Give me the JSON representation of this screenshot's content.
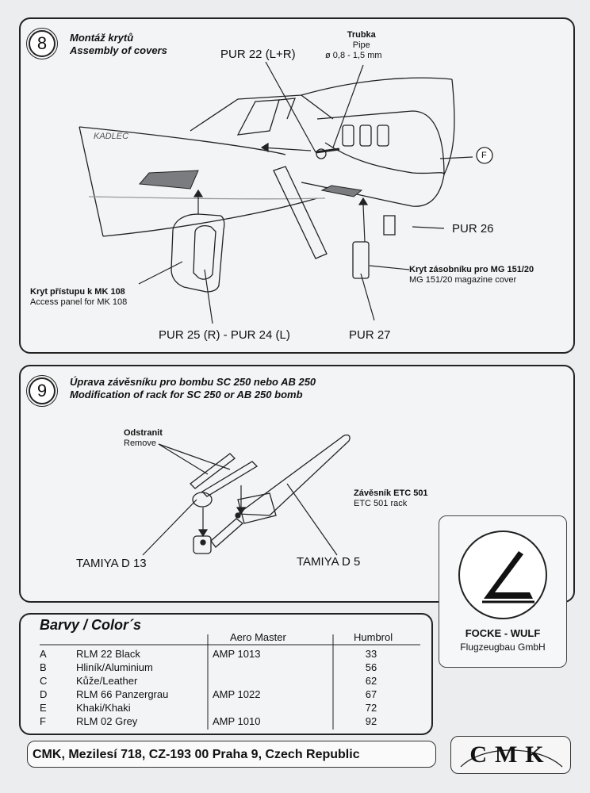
{
  "step8": {
    "number": "8",
    "title_cz": "Montáž krytů",
    "title_en": "Assembly of covers",
    "pipe_cz": "Trubka",
    "pipe_en": "Pipe",
    "pipe_dim": "ø 0,8 - 1,5 mm",
    "part_pur22": "PUR 22 (L+R)",
    "kadlec_mark": "KADLEC",
    "callout_f": "F",
    "part_pur26": "PUR 26",
    "magazine_cz": "Kryt zásobníku pro MG 151/20",
    "magazine_en": "MG 151/20 magazine cover",
    "access_cz": "Kryt přístupu k MK 108",
    "access_en": "Access panel for MK 108",
    "part_pur25_24": "PUR 25 (R) - PUR 24 (L)",
    "part_pur27": "PUR 27"
  },
  "step9": {
    "number": "9",
    "title_cz": "Úprava závěsníku pro bombu SC 250 nebo AB 250",
    "title_en": "Modification of rack for SC 250 or AB 250 bomb",
    "remove_cz": "Odstranit",
    "remove_en": "Remove",
    "rack_cz": "Závěsník ETC 501",
    "rack_en": "ETC 501 rack",
    "part_d13": "TAMIYA D 13",
    "part_d5": "TAMIYA D 5"
  },
  "logo": {
    "name": "FOCKE - WULF",
    "subtitle": "Flugzeugbau GmbH"
  },
  "colors": {
    "title": "Barvy / Color´s",
    "header_aero": "Aero Master",
    "header_humbrol": "Humbrol",
    "rows": [
      {
        "letter": "A",
        "name": "RLM 22 Black",
        "aero": "AMP 1013",
        "humbrol": "33"
      },
      {
        "letter": "B",
        "name": "Hliník/Aluminium",
        "aero": "",
        "humbrol": "56"
      },
      {
        "letter": "C",
        "name": "Kůže/Leather",
        "aero": "",
        "humbrol": "62"
      },
      {
        "letter": "D",
        "name": "RLM 66 Panzergrau",
        "aero": "AMP 1022",
        "humbrol": "67"
      },
      {
        "letter": "E",
        "name": "Khaki/Khaki",
        "aero": "",
        "humbrol": "72"
      },
      {
        "letter": "F",
        "name": "RLM 02 Grey",
        "aero": "AMP 1010",
        "humbrol": "92"
      }
    ]
  },
  "footer": {
    "address": "CMK,   Mezilesí 718, CZ-193 00  Praha 9, Czech Republic",
    "brand": "CMK"
  }
}
